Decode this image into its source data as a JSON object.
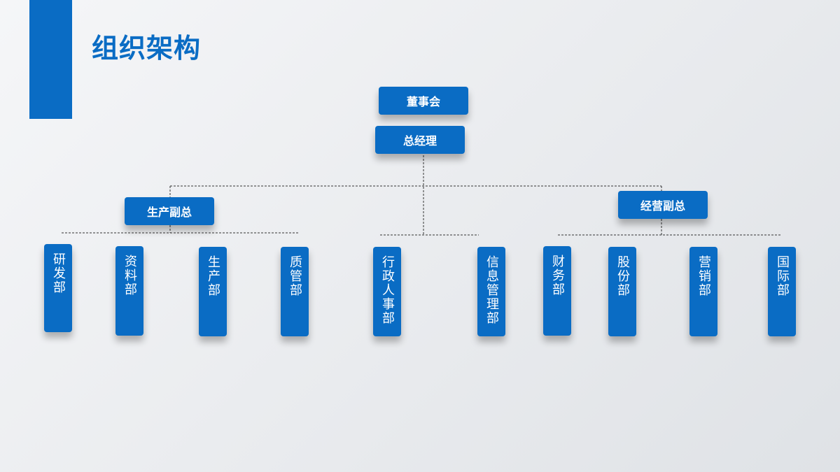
{
  "slide": {
    "title": "组织架构",
    "accent_color": "#0a6cc4"
  },
  "org": {
    "board": "董事会",
    "general_manager": "总经理",
    "vp_production": "生产副总",
    "vp_operations": "经营副总",
    "departments": {
      "rnd": "研发部",
      "materials": "资料部",
      "production": "生产部",
      "quality": "质管部",
      "admin_hr": "行政人事部",
      "it": "信息管理部",
      "finance": "财务部",
      "shares": "股份部",
      "marketing": "营销部",
      "international": "国际部"
    }
  }
}
